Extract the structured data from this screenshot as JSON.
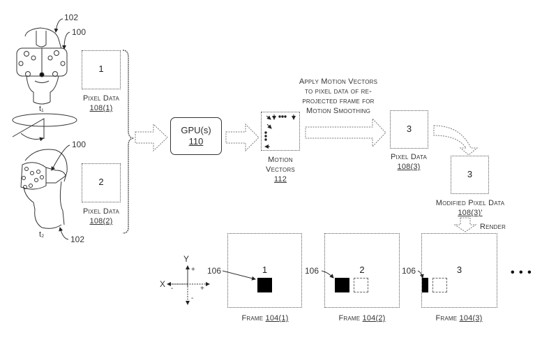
{
  "figure": {
    "hmd_refs": {
      "top_user": "102",
      "top_hmd": "100",
      "bottom_hmd": "100",
      "bottom_user": "102",
      "time_1": "t₁",
      "time_2": "t₂"
    },
    "pixel_data_1": {
      "number": "1",
      "label": "Pixel Data",
      "ref": "108(1)"
    },
    "pixel_data_2": {
      "number": "2",
      "label": "Pixel Data",
      "ref": "108(2)"
    },
    "gpu": {
      "label": "GPU(s)",
      "ref": "110"
    },
    "motion_vectors": {
      "label_line1": "Motion",
      "label_line2": "Vectors",
      "ref": "112"
    },
    "apply_caption": {
      "line1": "Apply Motion Vectors",
      "line2": "to pixel data of re-",
      "line3": "projected frame for",
      "line4": "Motion Smoothing"
    },
    "pixel_data_3": {
      "number": "3",
      "label": "Pixel Data",
      "ref": "108(3)"
    },
    "modified_pixel_data": {
      "number": "3",
      "label": "Modified Pixel Data",
      "ref": "108(3)'"
    },
    "render_label": "Render",
    "axes": {
      "y": "Y",
      "x": "X",
      "plus_y": "+",
      "minus_y": "-",
      "plus_x": "+",
      "minus_x": "-"
    },
    "frames": [
      {
        "number": "1",
        "label": "Frame",
        "ref": "104(1)",
        "object_ref": "106"
      },
      {
        "number": "2",
        "label": "Frame",
        "ref": "104(2)",
        "object_ref": "106"
      },
      {
        "number": "3",
        "label": "Frame",
        "ref": "104(3)",
        "object_ref": "106"
      }
    ],
    "continuation": "• • •"
  }
}
